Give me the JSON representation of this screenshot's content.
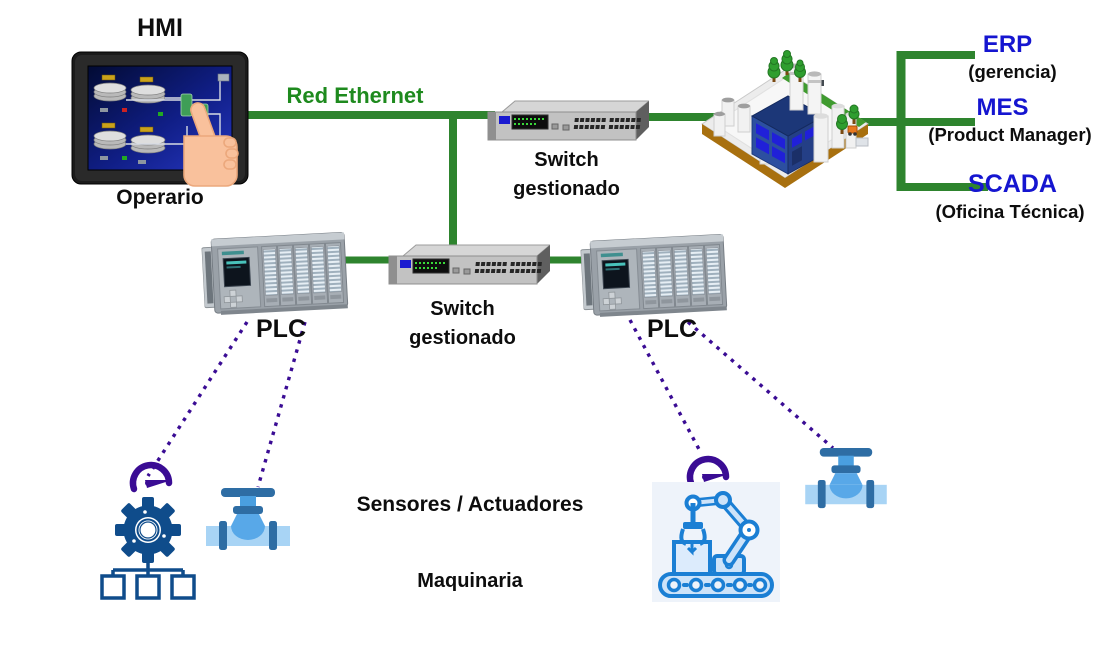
{
  "diagram": {
    "hmi_label": "HMI",
    "operator_label": "Operario",
    "network_label": "Red Ethernet",
    "switch_top": {
      "line1": "Switch",
      "line2": "gestionado"
    },
    "switch_mid": {
      "line1": "Switch",
      "line2": "gestionado"
    },
    "plc_left_label": "PLC",
    "plc_right_label": "PLC",
    "enterprise_systems": [
      {
        "name": "ERP",
        "detail": "(gerencia)"
      },
      {
        "name": "MES",
        "detail": "(Product Manager)"
      },
      {
        "name": "SCADA",
        "detail": "(Oficina Técnica)"
      }
    ],
    "sensors_label": "Sensores / Actuadores",
    "machinery_label": "Maquinaria"
  },
  "colors": {
    "ethernet_line_green": "#2e842e",
    "network_label_green": "#1e8a1e",
    "enterprise_blue": "#1515d0",
    "fieldbus_purple": "#3a0c94",
    "icon_navy": "#0f4c8b",
    "icon_light_blue": "#1b7fd4",
    "text_black": "#0d0d0d"
  }
}
